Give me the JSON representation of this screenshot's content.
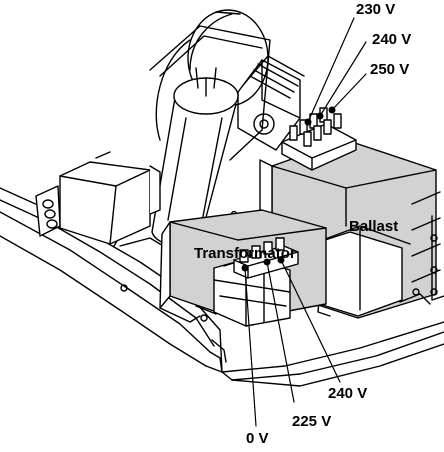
{
  "labels": {
    "transformer": "Transformator",
    "ballast": "Ballast",
    "tap_0v": "0 V",
    "tap_225v": "225 V",
    "tap_240v_transformer": "240 V",
    "tap_230v": "230 V",
    "tap_240v_ballast": "240 V",
    "tap_250v": "250 V"
  },
  "colors": {
    "line": "#000000",
    "transformer_shade": "#d2d2d2",
    "ballast_shade": "#d2d2d2",
    "paper": "#ffffff"
  }
}
